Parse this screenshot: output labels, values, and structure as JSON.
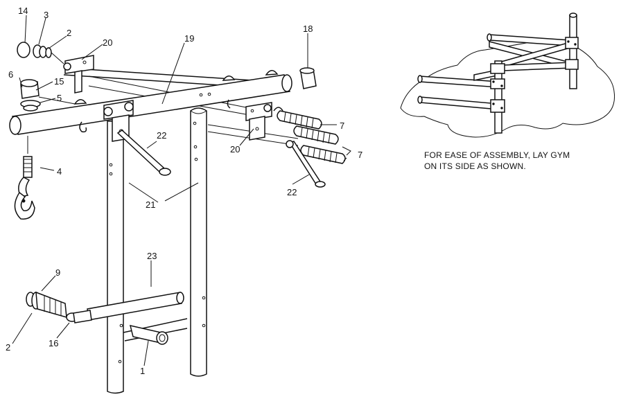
{
  "callouts": [
    {
      "id": "14",
      "text": "14"
    },
    {
      "id": "3",
      "text": "3"
    },
    {
      "id": "2a",
      "text": "2"
    },
    {
      "id": "20a",
      "text": "20"
    },
    {
      "id": "19",
      "text": "19"
    },
    {
      "id": "18",
      "text": "18"
    },
    {
      "id": "6",
      "text": "6"
    },
    {
      "id": "15",
      "text": "15"
    },
    {
      "id": "5",
      "text": "5"
    },
    {
      "id": "7a",
      "text": "7"
    },
    {
      "id": "7b",
      "text": "7"
    },
    {
      "id": "20b",
      "text": "20"
    },
    {
      "id": "22a",
      "text": "22"
    },
    {
      "id": "22b",
      "text": "22"
    },
    {
      "id": "4",
      "text": "4"
    },
    {
      "id": "21",
      "text": "21"
    },
    {
      "id": "23",
      "text": "23"
    },
    {
      "id": "9",
      "text": "9"
    },
    {
      "id": "2b",
      "text": "2"
    },
    {
      "id": "16",
      "text": "16"
    },
    {
      "id": "1",
      "text": "1"
    }
  ],
  "note": {
    "line1": "FOR EASE OF ASSEMBLY, LAY GYM",
    "line2": "ON  ITS SIDE AS SHOWN."
  }
}
